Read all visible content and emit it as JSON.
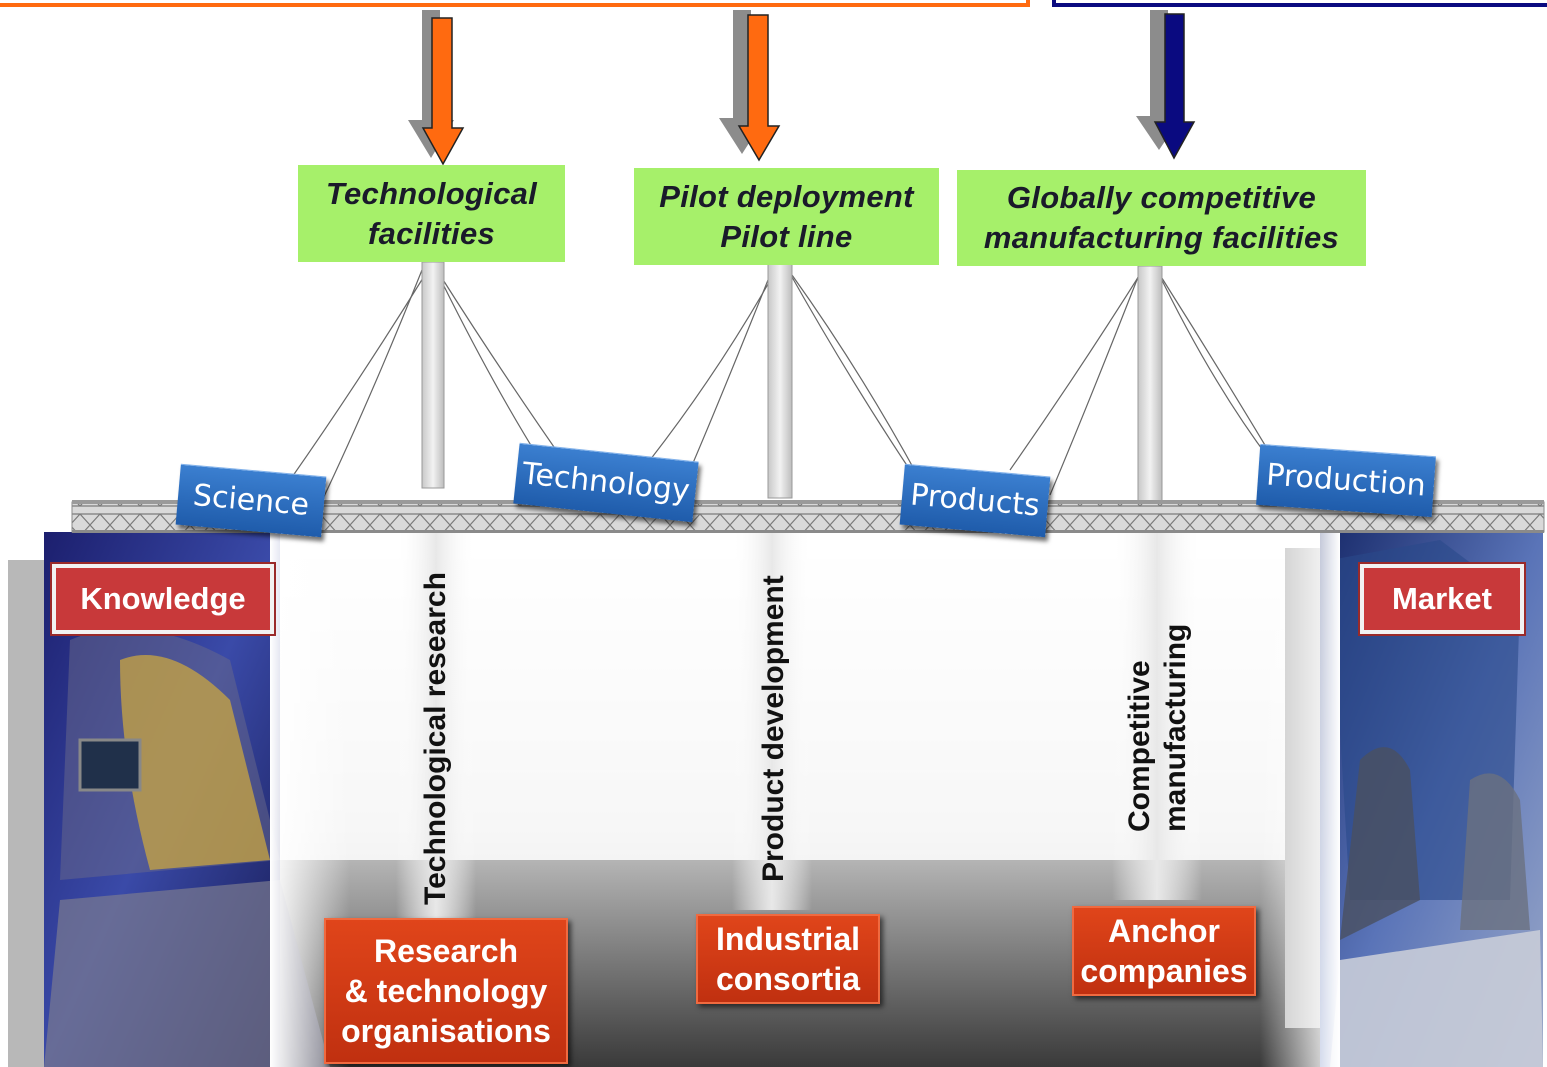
{
  "facilities": [
    {
      "line1": "Technological",
      "line2": "facilities"
    },
    {
      "line1": "Pilot deployment",
      "line2": "Pilot line"
    },
    {
      "line1": "Globally competitive",
      "line2": "manufacturing facilities"
    }
  ],
  "bridge_labels": {
    "science": "Science",
    "technology": "Technology",
    "products": "Products",
    "production": "Production"
  },
  "ends": {
    "knowledge": "Knowledge",
    "market": "Market"
  },
  "pillars": {
    "technological_research": "Technological research",
    "product_development": "Product development",
    "competitive_line1": "Competitive",
    "competitive_line2": "manufacturing"
  },
  "bases": {
    "rto": {
      "line1": "Research",
      "line2": "& technology",
      "line3": "organisations"
    },
    "consortia": {
      "line1": "Industrial",
      "line2": "consortia"
    },
    "anchor": {
      "line1": "Anchor",
      "line2": "companies"
    }
  },
  "colors": {
    "orange": "#ff6a10",
    "navy": "#0a0a80",
    "green": "#a6f06a",
    "blue_label": "#2a6cc0",
    "red_label": "#c8393a",
    "base_box": "#d63a14"
  }
}
